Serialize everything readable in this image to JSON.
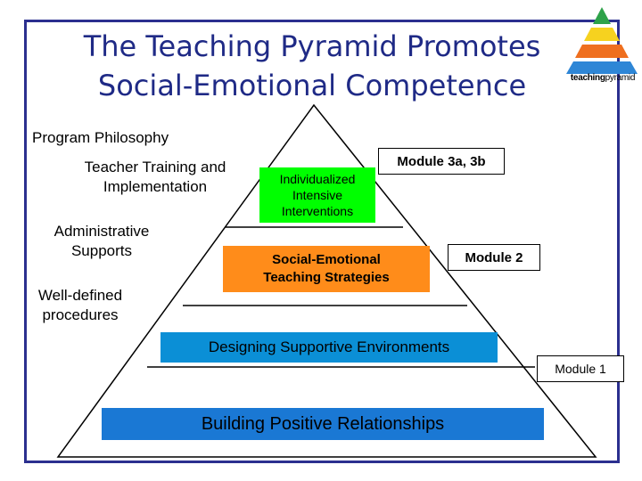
{
  "title": {
    "line1": "The Teaching Pyramid Promotes",
    "line2": "Social-Emotional Competence"
  },
  "logo": {
    "text_part1": "teaching",
    "text_part2": "pyramid",
    "layer_colors": [
      "#2ea24a",
      "#f6d21f",
      "#ef6f1f",
      "#2e86d6"
    ]
  },
  "left_column": {
    "program_philosophy": "Program Philosophy",
    "teacher_training": "Teacher Training and Implementation",
    "administrative_supports": "Administrative Supports",
    "well_defined_procedures": "Well-defined procedures"
  },
  "tiers": {
    "intensive": "Individualized Intensive Interventions",
    "teaching": "Social-Emotional Teaching Strategies",
    "environments": "Designing Supportive Environments",
    "relationships": "Building Positive Relationships"
  },
  "modules": {
    "m3": "Module 3a, 3b",
    "m2": "Module 2",
    "m1": "Module 1"
  },
  "colors": {
    "frame": "#2b2f8f",
    "title": "#1f2a86",
    "intensive_box": "#00ff00",
    "teaching_box": "#ff8c1a",
    "environments_box": "#0b8fd6",
    "relationships_box": "#1a78d4"
  }
}
